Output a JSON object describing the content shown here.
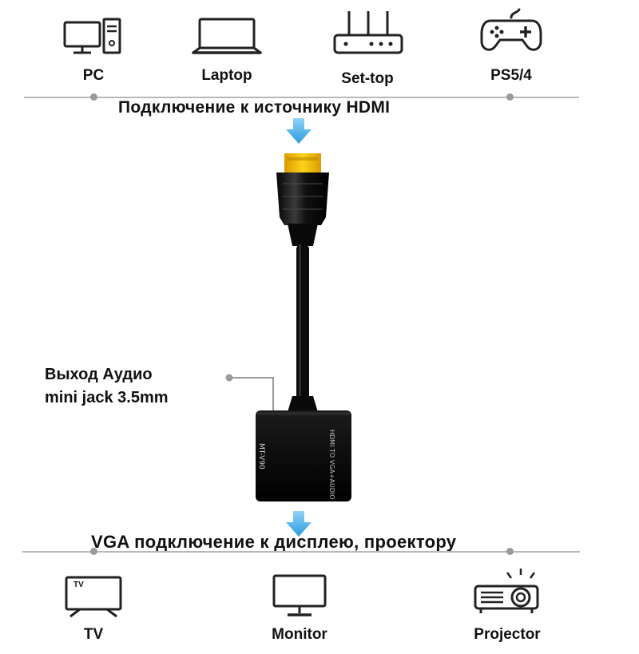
{
  "sources": {
    "items": [
      {
        "label": "PC",
        "icon": "pc-icon"
      },
      {
        "label": "Laptop",
        "icon": "laptop-icon"
      },
      {
        "label": "Set-top",
        "icon": "set-top-box-icon"
      },
      {
        "label": "PS5/4",
        "icon": "gamepad-icon"
      }
    ],
    "caption": "Подключение к источнику HDMI"
  },
  "adapter": {
    "audio_label_line1": "Выход Аудио",
    "audio_label_line2": "mini jack 3.5mm",
    "model_text": "MT-V90",
    "product_text": "HDMI TO VGA+AUDIO"
  },
  "outputs": {
    "caption": "VGA подключение к дисплею, проектору",
    "items": [
      {
        "label": "TV",
        "icon": "tv-icon",
        "icon_text": "TV"
      },
      {
        "label": "Monitor",
        "icon": "monitor-icon"
      },
      {
        "label": "Projector",
        "icon": "projector-icon"
      }
    ]
  },
  "colors": {
    "arrow": "#3aa8e6",
    "hdmi_plug": "#f2b705",
    "cable": "#111111",
    "divider": "#b8b8b8"
  }
}
